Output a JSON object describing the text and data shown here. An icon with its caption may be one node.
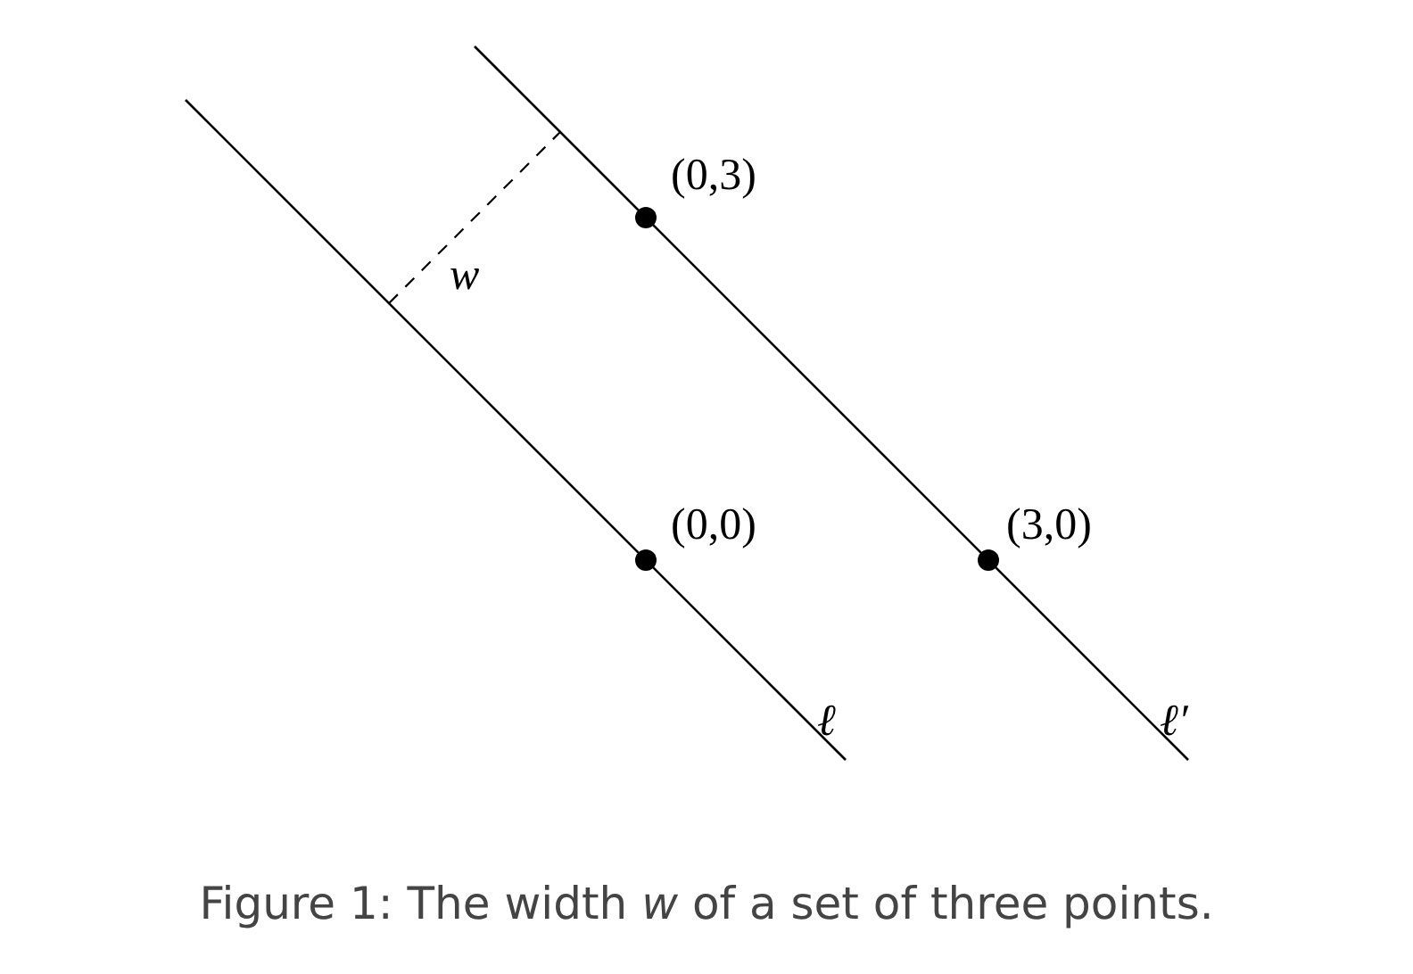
{
  "diagram": {
    "caption": "Figure 1: The width *w* of a set of three points.",
    "labels": [
      "(0,3)",
      "w",
      "(0,0)",
      "(3,0)",
      "ℓ",
      "ℓ′"
    ]
  }
}
